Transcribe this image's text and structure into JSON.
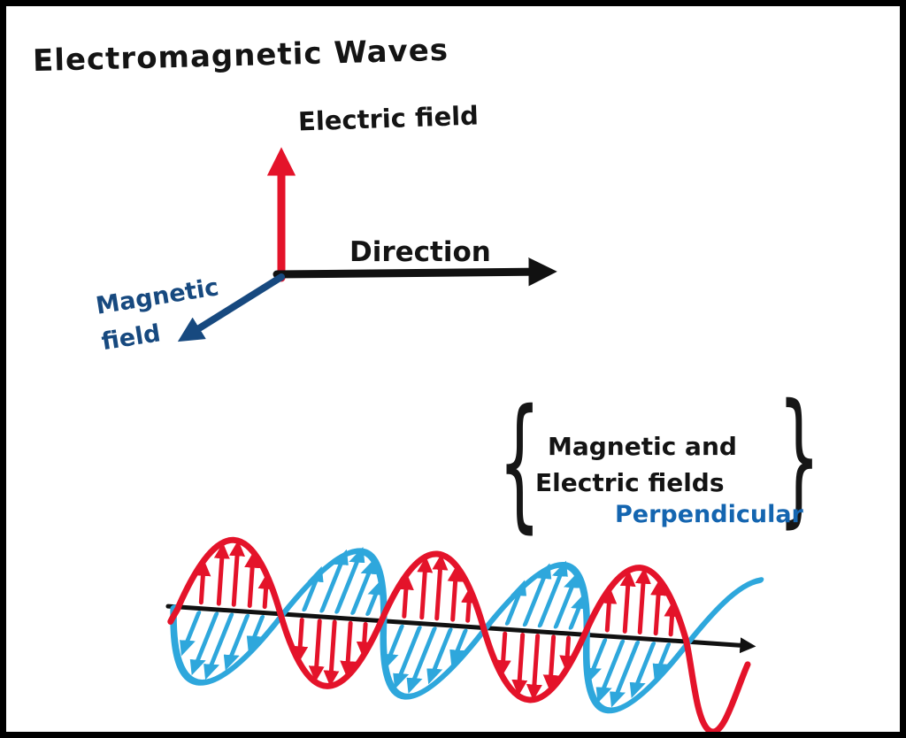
{
  "title": "Electromagnetic Waves",
  "axis_diagram": {
    "electric_label": "Electric field",
    "direction_label": "Direction",
    "magnetic_label": "Magnetic field"
  },
  "annotation": {
    "brace_left": "{",
    "brace_right": "}",
    "line1": "Magnetic and",
    "line2": "Electric fields",
    "line3": "Perpendicular"
  },
  "colors": {
    "electric_red": "#e4132a",
    "magnetic_wave_blue": "#2ea7dc",
    "magnetic_label_navy": "#17497f",
    "perpendicular_blue": "#1465b0",
    "ink_black": "#111111"
  }
}
